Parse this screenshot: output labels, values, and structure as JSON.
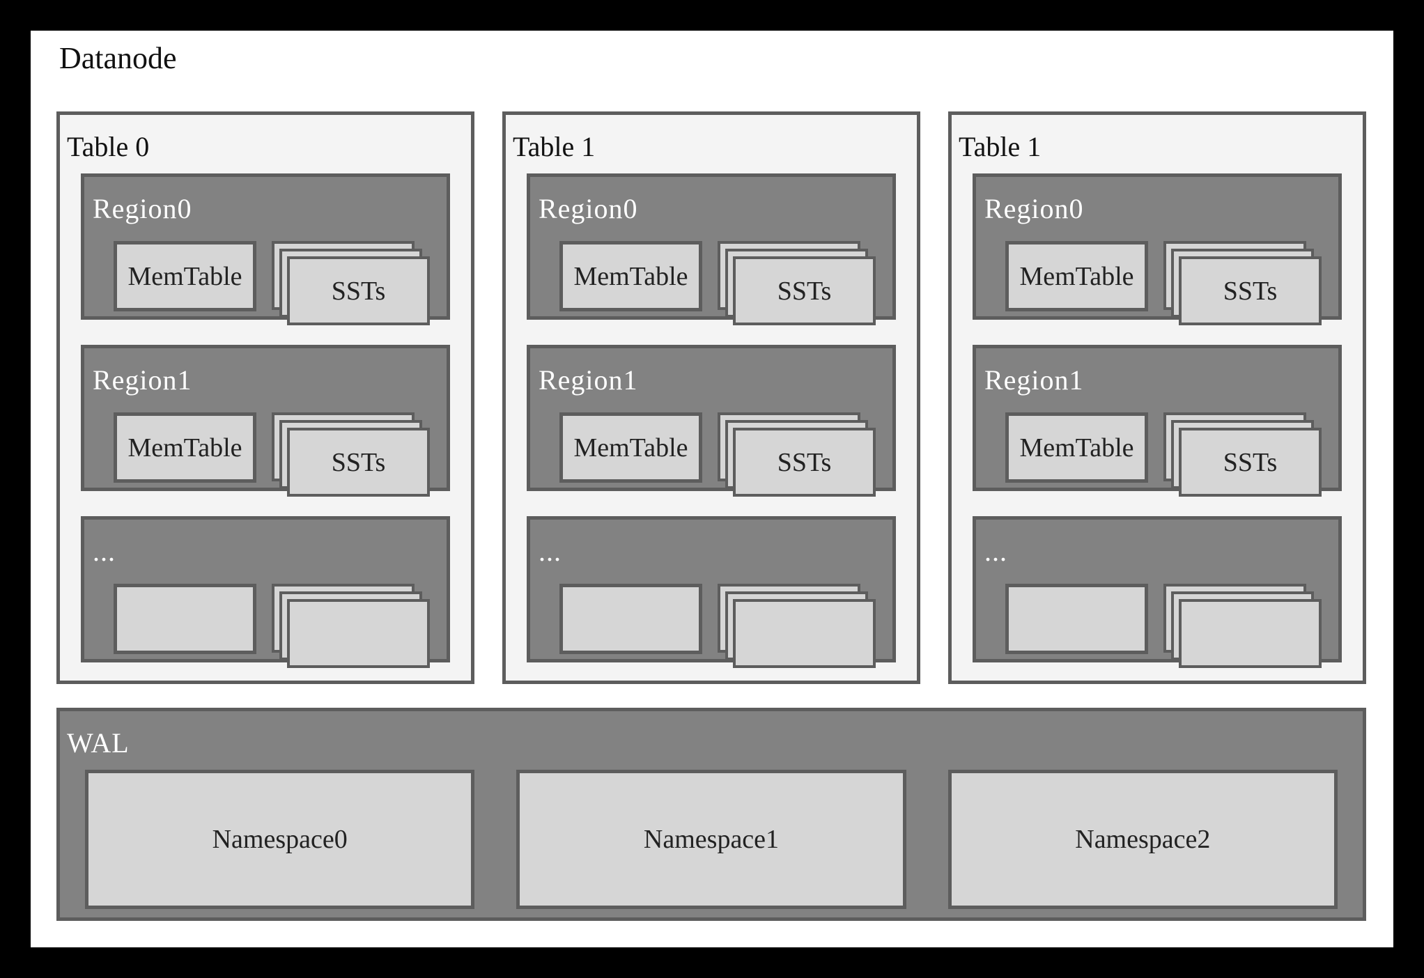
{
  "title": "Datanode",
  "colors": {
    "frame": "#000000",
    "canvas": "#ffffff",
    "table_fill": "#f4f4f4",
    "region_fill": "#828282",
    "inner_box_fill": "#d6d6d6",
    "border": "#5d5d5d",
    "dark_text": "#111111",
    "light_text": "#ffffff"
  },
  "tables": [
    {
      "label": "Table 0",
      "regions": [
        {
          "label": "Region0",
          "memtable": "MemTable",
          "ssts": "SSTs"
        },
        {
          "label": "Region1",
          "memtable": "MemTable",
          "ssts": "SSTs"
        },
        {
          "label": "...",
          "memtable": "",
          "ssts": ""
        }
      ]
    },
    {
      "label": "Table 1",
      "regions": [
        {
          "label": "Region0",
          "memtable": "MemTable",
          "ssts": "SSTs"
        },
        {
          "label": "Region1",
          "memtable": "MemTable",
          "ssts": "SSTs"
        },
        {
          "label": "...",
          "memtable": "",
          "ssts": ""
        }
      ]
    },
    {
      "label": "Table 1",
      "regions": [
        {
          "label": "Region0",
          "memtable": "MemTable",
          "ssts": "SSTs"
        },
        {
          "label": "Region1",
          "memtable": "MemTable",
          "ssts": "SSTs"
        },
        {
          "label": "...",
          "memtable": "",
          "ssts": ""
        }
      ]
    }
  ],
  "wal": {
    "label": "WAL",
    "namespaces": [
      "Namespace0",
      "Namespace1",
      "Namespace2"
    ]
  }
}
